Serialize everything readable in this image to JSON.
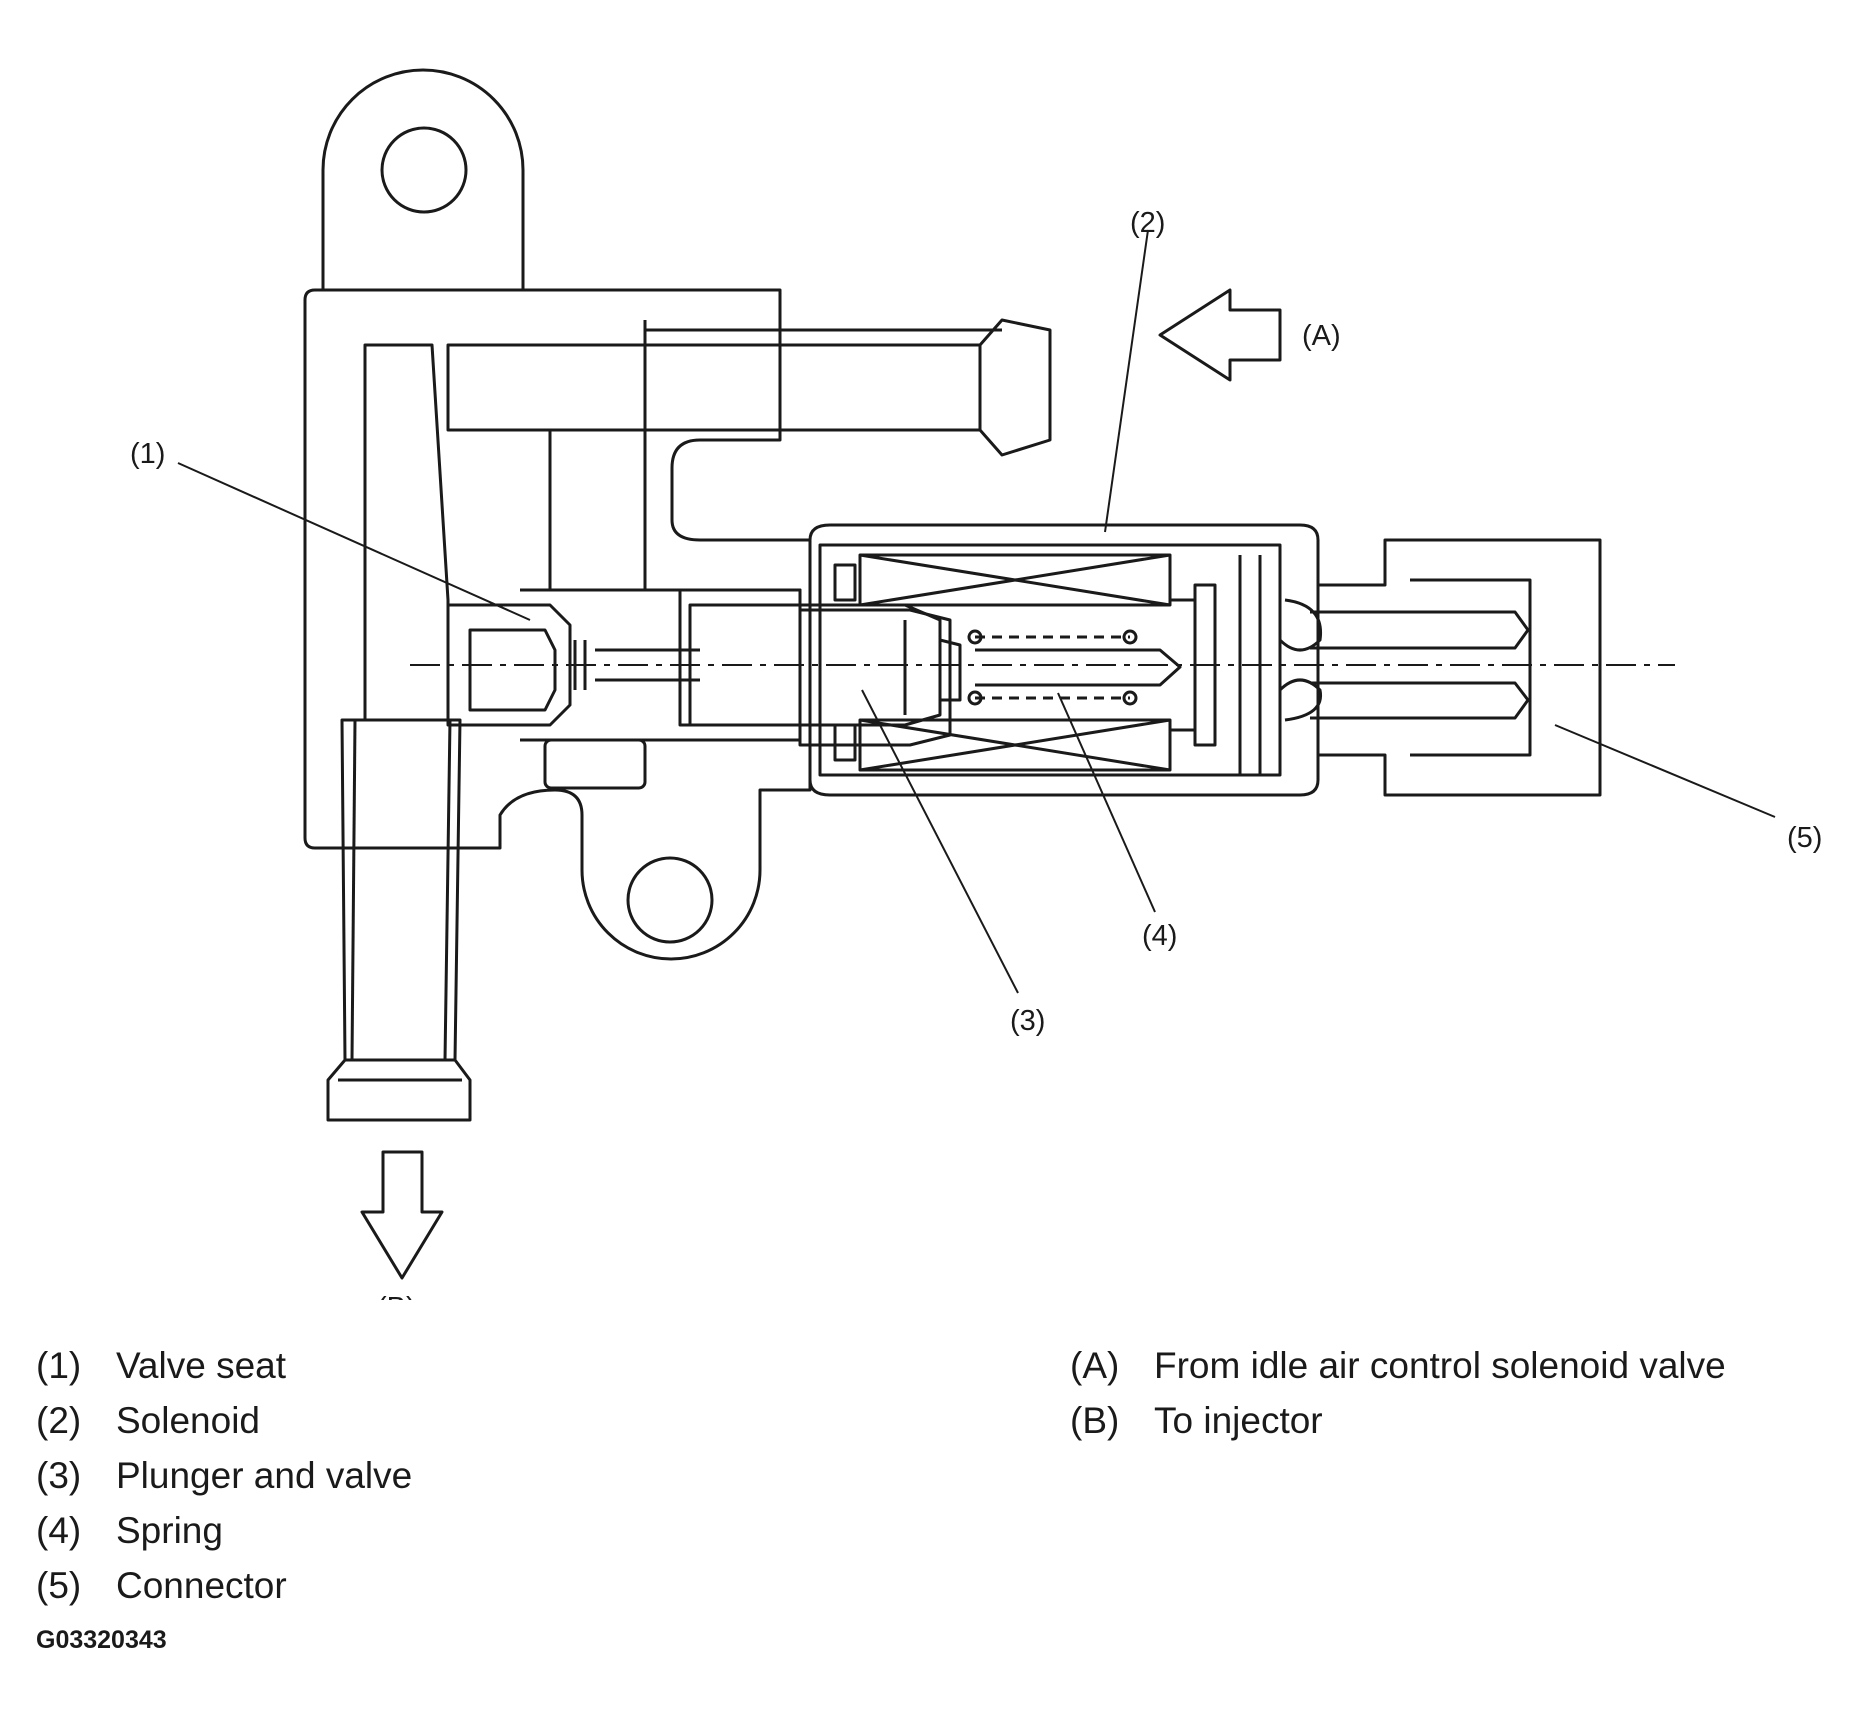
{
  "callouts": {
    "c1": "(1)",
    "c2": "(2)",
    "c3": "(3)",
    "c4": "(4)",
    "c5": "(5)",
    "cA": "(A)",
    "cB": "(B)"
  },
  "legend": {
    "items": [
      {
        "key": "(1)",
        "label": "Valve seat"
      },
      {
        "key": "(2)",
        "label": "Solenoid"
      },
      {
        "key": "(3)",
        "label": "Plunger and valve"
      },
      {
        "key": "(4)",
        "label": "Spring"
      },
      {
        "key": "(5)",
        "label": "Connector"
      }
    ],
    "flows": [
      {
        "key": "(A)",
        "label": "From idle air control solenoid valve"
      },
      {
        "key": "(B)",
        "label": "To injector"
      }
    ]
  },
  "figure_id": "G03320343"
}
